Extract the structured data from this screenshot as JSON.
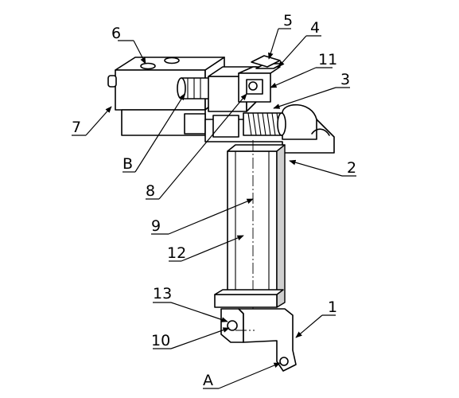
{
  "labels": {
    "l1": "1",
    "l2": "2",
    "l3": "3",
    "l4": "4",
    "l5": "5",
    "l6": "6",
    "l7": "7",
    "l8": "8",
    "l9": "9",
    "l10": "10",
    "l11": "11",
    "l12": "12",
    "l13": "13",
    "lA": "A",
    "lB": "B"
  }
}
